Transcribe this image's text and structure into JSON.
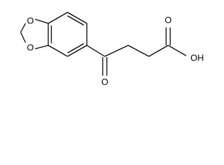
{
  "molecule": {
    "atoms": {
      "o_ring_top": "O",
      "o_ring_bottom": "O",
      "o_ketone": "O",
      "o_acid_carbonyl": "O",
      "acid_hydroxyl": "OH"
    }
  }
}
